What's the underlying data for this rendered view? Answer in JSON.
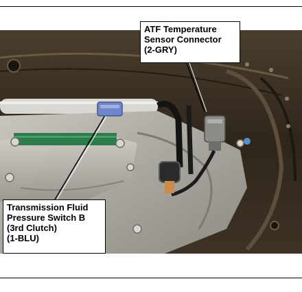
{
  "callouts": {
    "atf_sensor": {
      "lines": [
        "ATF Temperature",
        "Sensor Connector",
        "(2-GRY)"
      ]
    },
    "pressure_switch": {
      "lines": [
        "Transmission Fluid",
        "Pressure Switch B",
        "(3rd Clutch)",
        "(1-BLU)"
      ]
    }
  },
  "colors": {
    "body_paint": "#3a2f22",
    "transmission_case": "#b5b2ad",
    "connector_blue": "#6f86c8",
    "connector_gray": "#8c8c88",
    "circuit_board": "#2d7a4a"
  }
}
